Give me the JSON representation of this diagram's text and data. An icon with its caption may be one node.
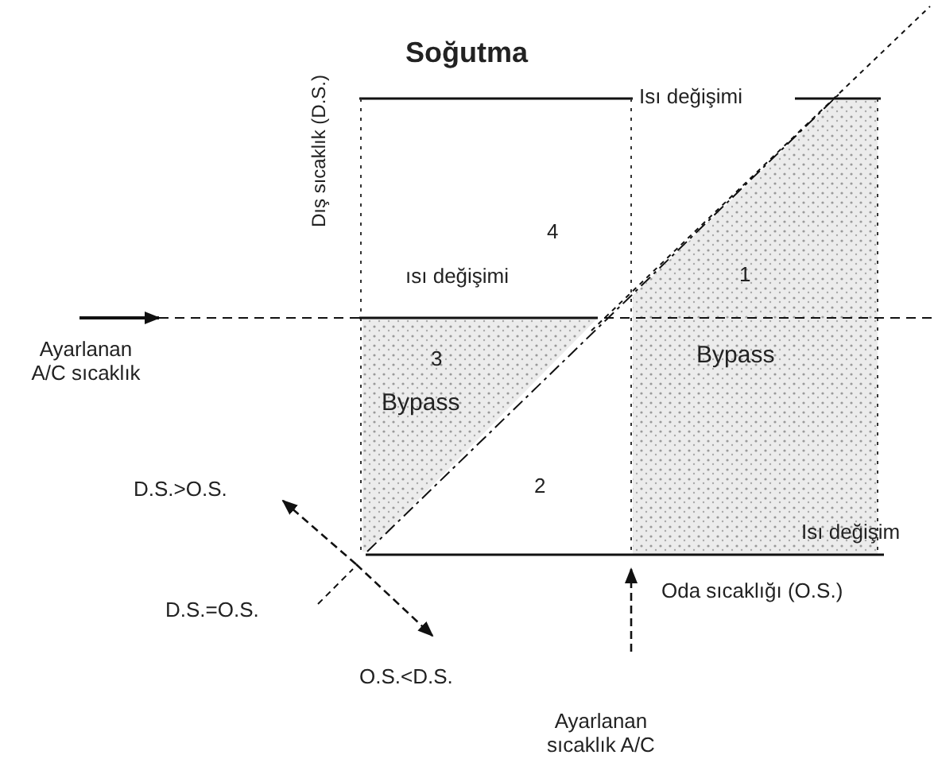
{
  "diagram": {
    "title": "Soğutma",
    "labels": [
      "Dış sıcaklık (D.S.)",
      "Isı değişimi",
      "4",
      "ısı değişimi",
      "1",
      "Ayarlanan A/C sıcaklık",
      "3",
      "Bypass",
      "Bypass",
      "D.S.>O.S.",
      "2",
      "Isı değişim",
      "D.S.=O.S.",
      "Oda sıcaklığı (O.S.)",
      "O.S.<D.S.",
      "Ayarlanan sıcaklık A/C"
    ]
  }
}
